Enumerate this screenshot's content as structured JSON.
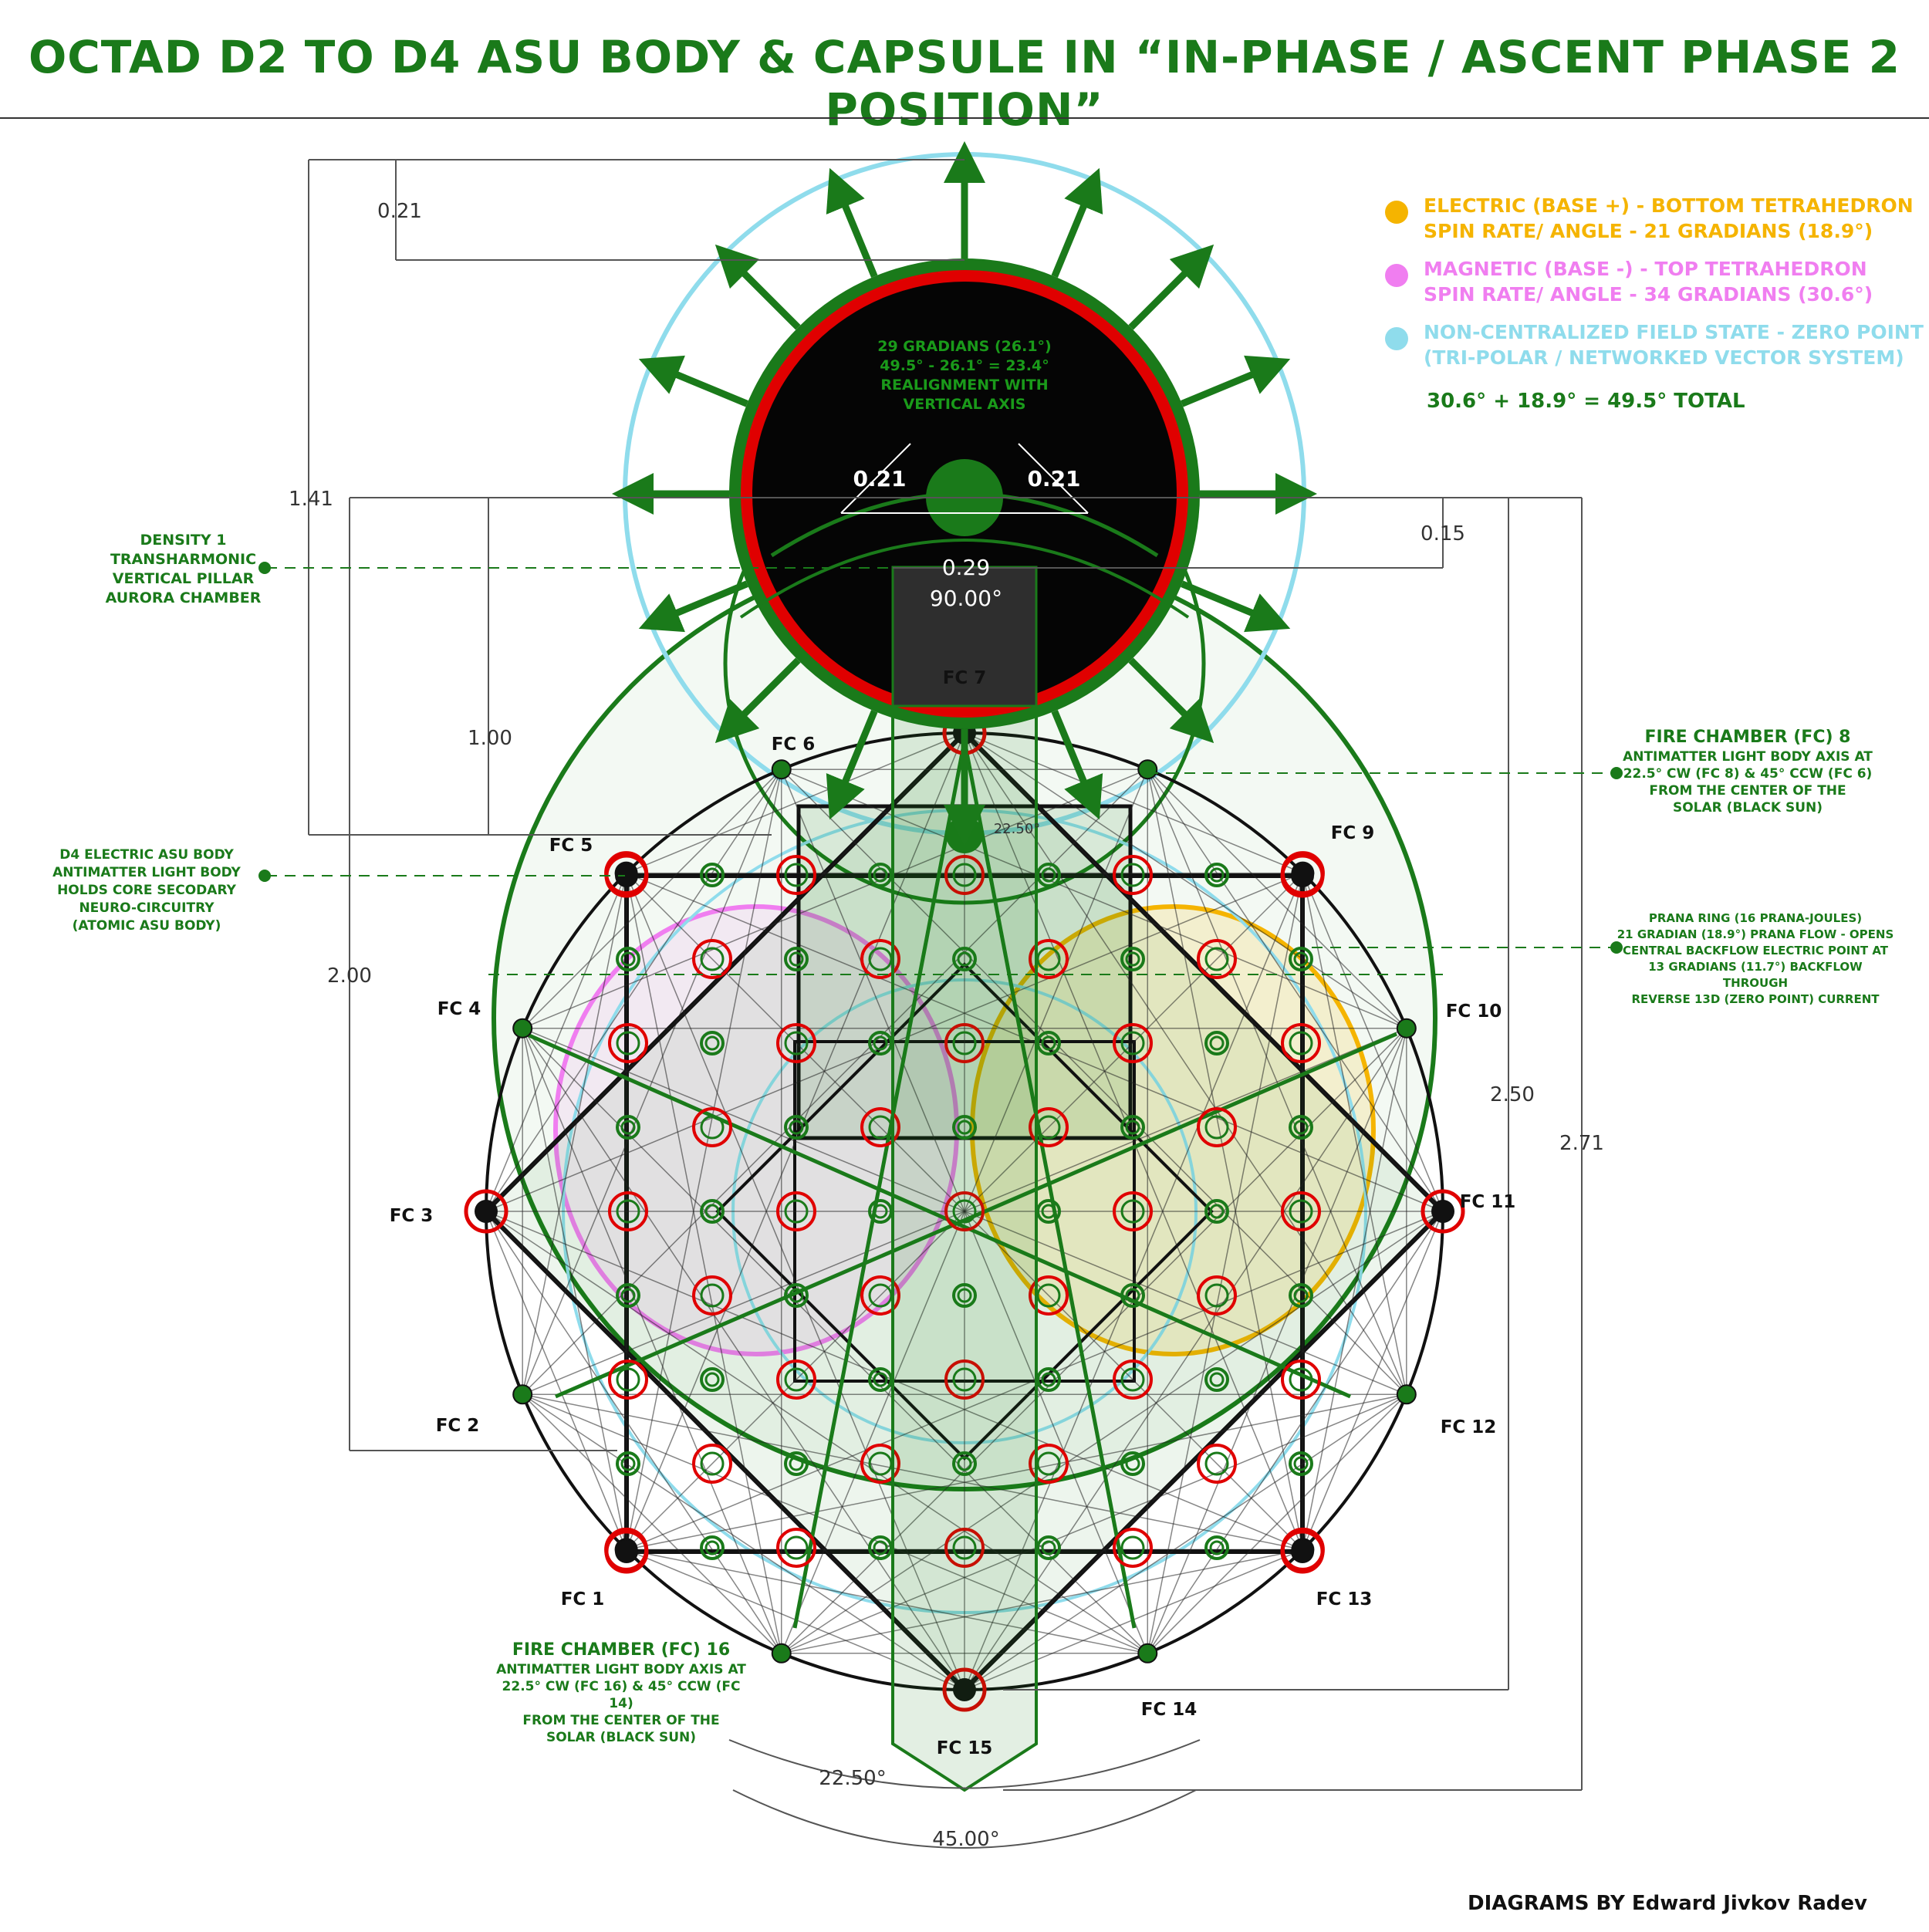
{
  "title": "OCTAD D2 TO D4 ASU BODY & CAPSULE IN “IN-PHASE / ASCENT PHASE 2 POSITION”",
  "legend": [
    {
      "line1": "ELECTRIC (BASE +) - BOTTOM TETRAHEDRON",
      "line2": "SPIN RATE/ ANGLE - 21 GRADIANS (18.9°)",
      "color": "#f5b400"
    },
    {
      "line1": "MAGNETIC (BASE -) - TOP TETRAHEDRON",
      "line2": "SPIN RATE/ ANGLE - 34 GRADIANS (30.6°)",
      "color": "#f07ef0"
    },
    {
      "line1": "NON-CENTRALIZED FIELD STATE - ZERO POINT",
      "line2": "(TRI-POLAR / NETWORKED VECTOR SYSTEM)",
      "color": "#8fdcec"
    }
  ],
  "total": "30.6° + 18.9° = 49.5° TOTAL",
  "sun_text": [
    "29 GRADIANS (26.1°)",
    "49.5° - 26.1° = 23.4°",
    "REALIGNMENT WITH",
    "VERTICAL AXIS"
  ],
  "dimensions": {
    "d021_top": "0.21",
    "d141": "1.41",
    "d100": "1.00",
    "d200": "2.00",
    "d015": "0.15",
    "d250": "2.50",
    "d271": "2.71",
    "d021_left": "0.21",
    "d021_right": "0.21",
    "d029": "0.29",
    "a9000": "90.00°",
    "a2250_top": "22.50°",
    "a2250_bottom": "22.50°",
    "a4500": "45.00°"
  },
  "fire_chambers": [
    "FC 1",
    "FC 2",
    "FC 3",
    "FC 4",
    "FC 5",
    "FC 6",
    "FC 7",
    "FC 9",
    "FC 10",
    "FC 11",
    "FC 12",
    "FC 13",
    "FC 14",
    "FC 15"
  ],
  "notes": {
    "density": [
      "DENSITY 1",
      "TRANSHARMONIC",
      "VERTICAL PILLAR",
      "AURORA CHAMBER"
    ],
    "d4": [
      "D4 ELECTRIC ASU BODY",
      "ANTIMATTER LIGHT BODY",
      "HOLDS CORE SECODARY",
      "NEURO-CIRCUITRY",
      "(ATOMIC ASU BODY)"
    ],
    "fc8_title": "FIRE CHAMBER (FC) 8",
    "fc8": [
      "ANTIMATTER LIGHT BODY AXIS AT",
      "22.5° CW (FC 8) & 45° CCW (FC 6)",
      "FROM THE CENTER OF THE",
      "SOLAR (BLACK SUN)"
    ],
    "prana": [
      "PRANA RING (16 PRANA-JOULES)",
      "21 GRADIAN (18.9°) PRANA FLOW - OPENS",
      "CENTRAL BACKFLOW ELECTRIC POINT AT",
      "13 GRADIANS (11.7°) BACKFLOW THROUGH",
      "REVERSE 13D (ZERO POINT) CURRENT"
    ],
    "fc16_title": "FIRE CHAMBER (FC) 16",
    "fc16": [
      "ANTIMATTER LIGHT BODY AXIS AT",
      "22.5° CW (FC 16) & 45° CCW (FC 14)",
      "FROM THE CENTER OF THE",
      "SOLAR (BLACK SUN)"
    ]
  },
  "credit": "DIAGRAMS BY Edward Jivkov Radev",
  "colors": {
    "green": "#1a7a1a",
    "red": "#e00000",
    "cyan": "#8fdcec",
    "pink": "#f07ef0",
    "gold": "#f5b400"
  }
}
